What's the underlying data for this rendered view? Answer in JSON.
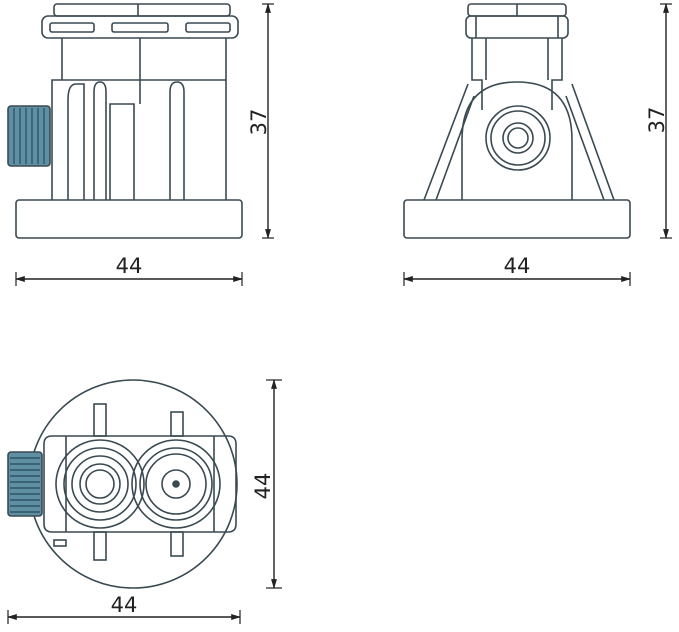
{
  "views": {
    "side": {
      "width_label": "44",
      "height_label": "37"
    },
    "front": {
      "width_label": "44",
      "height_label": "37"
    },
    "top": {
      "width_label": "44",
      "height_label": "44"
    }
  },
  "colors": {
    "line": "#3a4a52",
    "thread": "#5f8fa3",
    "dimension": "#222222"
  }
}
